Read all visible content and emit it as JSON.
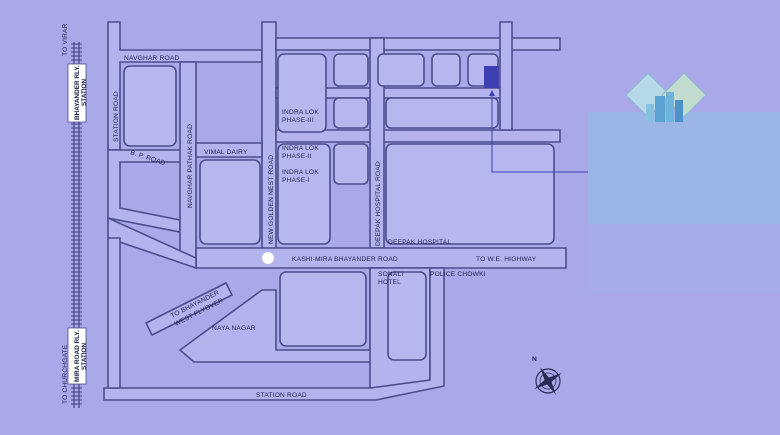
{
  "map": {
    "labels": {
      "to_virar": "TO VIRAR",
      "to_churchgate": "TO CHURCHGATE",
      "bhayander_station_line1": "BHAYANDER RLY.",
      "bhayander_station_line2": "STATION",
      "mira_road_station_line1": "MIRA ROAD RLY.",
      "mira_road_station_line2": "STATION",
      "navghar_road": "NAVGHAR ROAD",
      "station_road_vertical": "STATION ROAD",
      "bp_road": "B. P. ROAD",
      "navghar_pathak_road": "NAVGHAR PATHAK ROAD",
      "vimal_dairy": "VIMAL DAIRY",
      "new_golden_nest_road": "NEW GOLDEN NEST ROAD",
      "indralok_3_line1": "INDRA LOK",
      "indralok_3_line2": "PHASE-III",
      "indralok_2_line1": "INDRA LOK",
      "indralok_2_line2": "PHASE-II",
      "indralok_1_line1": "INDRA LOK",
      "indralok_1_line2": "PHASE-I",
      "deepak_hospital_road": "DEEPAK HOSPITAL ROAD",
      "deepak_hospital": "DEEPAK HOSPITAL",
      "kashi_mira_road": "KASHI-MIRA BHAYANDER ROAD",
      "to_we_highway": "TO W.E. HIGHWAY",
      "sonali_hotel_line1": "SONALI",
      "sonali_hotel_line2": "HOTEL",
      "police_chowki": "POLICE CHOWKI",
      "flyover_line1": "TO BHAYANDER",
      "flyover_line2": "WEST FLYOVER",
      "naya_nagar": "NAYA NAGAR",
      "station_road_bottom": "STATION ROAD",
      "compass_north": "N"
    },
    "colors": {
      "background": "#a9a9ea",
      "road_fill": "#b3b3ee",
      "road_outline": "#4c4d8c",
      "site_marker": "#3e3fb0",
      "panel": "#9ab6e6"
    },
    "icons": [
      "compass-rose-icon",
      "diamond-logo-icon",
      "site-location-marker"
    ]
  }
}
